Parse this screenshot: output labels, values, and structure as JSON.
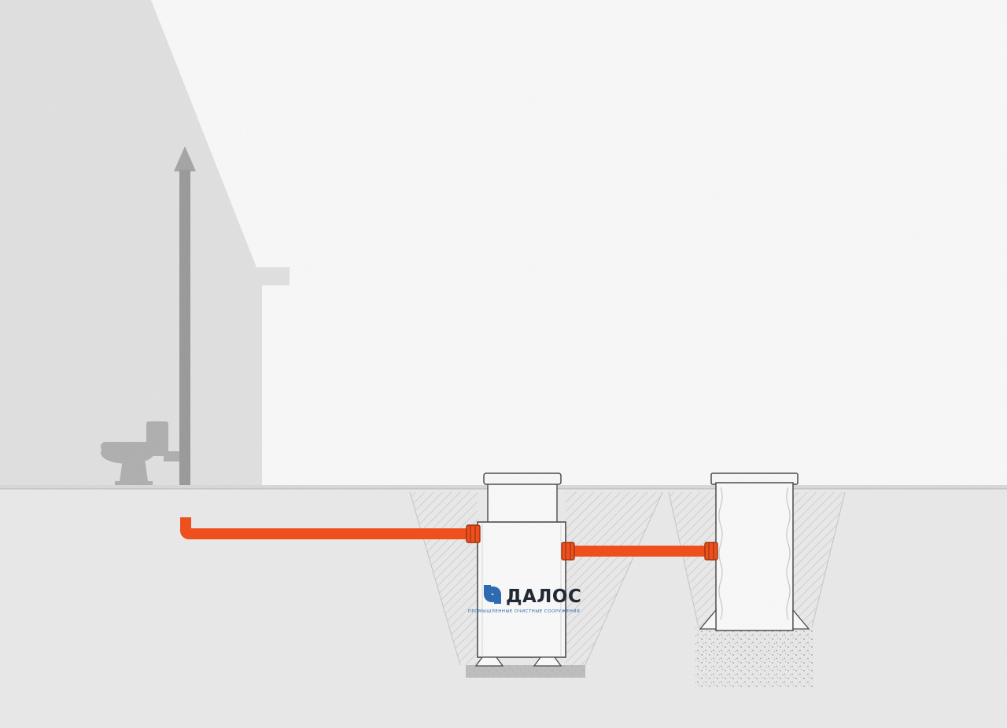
{
  "diagram": {
    "septic_tank": {
      "brand": "ДАЛОС",
      "tagline": "ПРОМЫШЛЕННЫЕ ОЧИСТНЫЕ СООРУЖЕНИЯ"
    },
    "icons": {
      "vent_arrow": "up-arrow",
      "toilet": "toilet-silhouette",
      "logo_mark": "dalos-logo-mark"
    },
    "colors": {
      "background": "#fcfcfc",
      "house_gray": "#e4e4e4",
      "fixture_gray": "#b3b3b3",
      "vent_pipe_gray": "#9e9e9e",
      "vent_arrow_gray": "#a9a9a9",
      "ground_gray": "#ededed",
      "ground_line": "#d6d6d6",
      "hatch_line": "#c6c6c6",
      "slab_gray": "#c2c2c2",
      "outline_dark": "#4f4f4f",
      "pipe_orange": "#f4521e",
      "pipe_orange_dark": "#a33410",
      "logo_blue": "#2f6db5",
      "logo_text": "#222a35",
      "tank_white": "#fdfdfd"
    }
  }
}
